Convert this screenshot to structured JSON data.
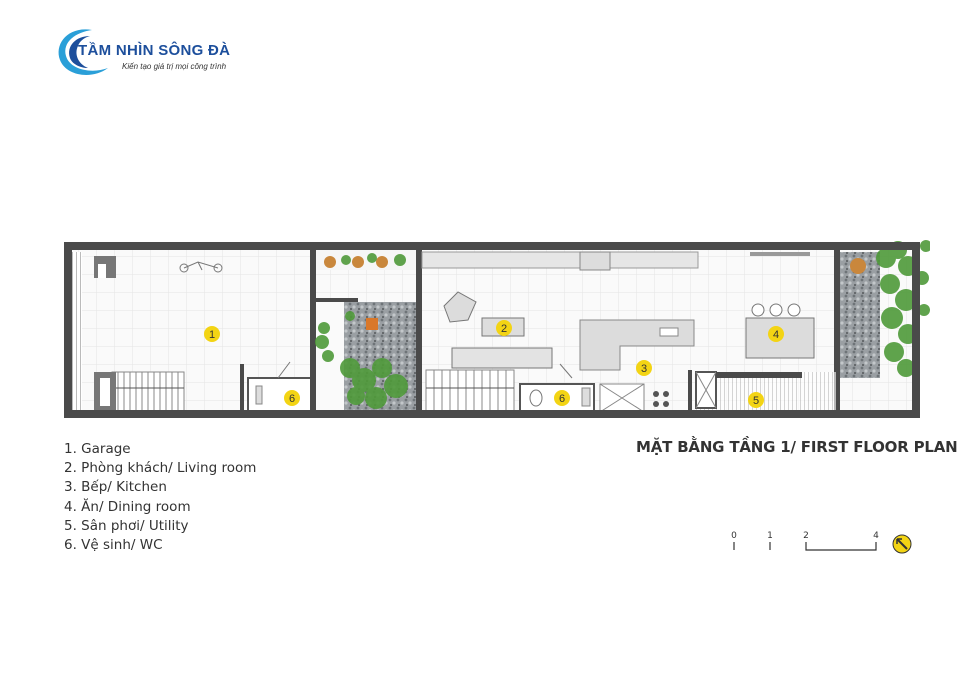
{
  "logo": {
    "name": "TẦM NHÌN SÔNG ĐÀ",
    "slogan": "Kiến tạo giá trị mọi công trình"
  },
  "plan_title": "MẶT BẰNG TẦNG 1/ FIRST FLOOR PLAN",
  "room_markers": [
    "1",
    "2",
    "3",
    "4",
    "5",
    "6",
    "6"
  ],
  "legend": [
    "1. Garage",
    "2. Phòng khách/ Living room",
    "3. Bếp/ Kitchen",
    "4. Ăn/ Dining room",
    "5. Sân phơi/ Utility",
    "6. Vệ sinh/ WC"
  ],
  "scale_bar": {
    "ticks": [
      "0",
      "1",
      "2",
      "4"
    ]
  },
  "colors": {
    "marker": "#f3d414",
    "wall": "#4a4a4a",
    "floor_grid": "#e4e4e4",
    "brand": "#1d4f9c",
    "accent": "#2a9fd8",
    "plant": "#4f9a3a"
  },
  "icons": {
    "north_arrow": "north-arrow-icon"
  }
}
